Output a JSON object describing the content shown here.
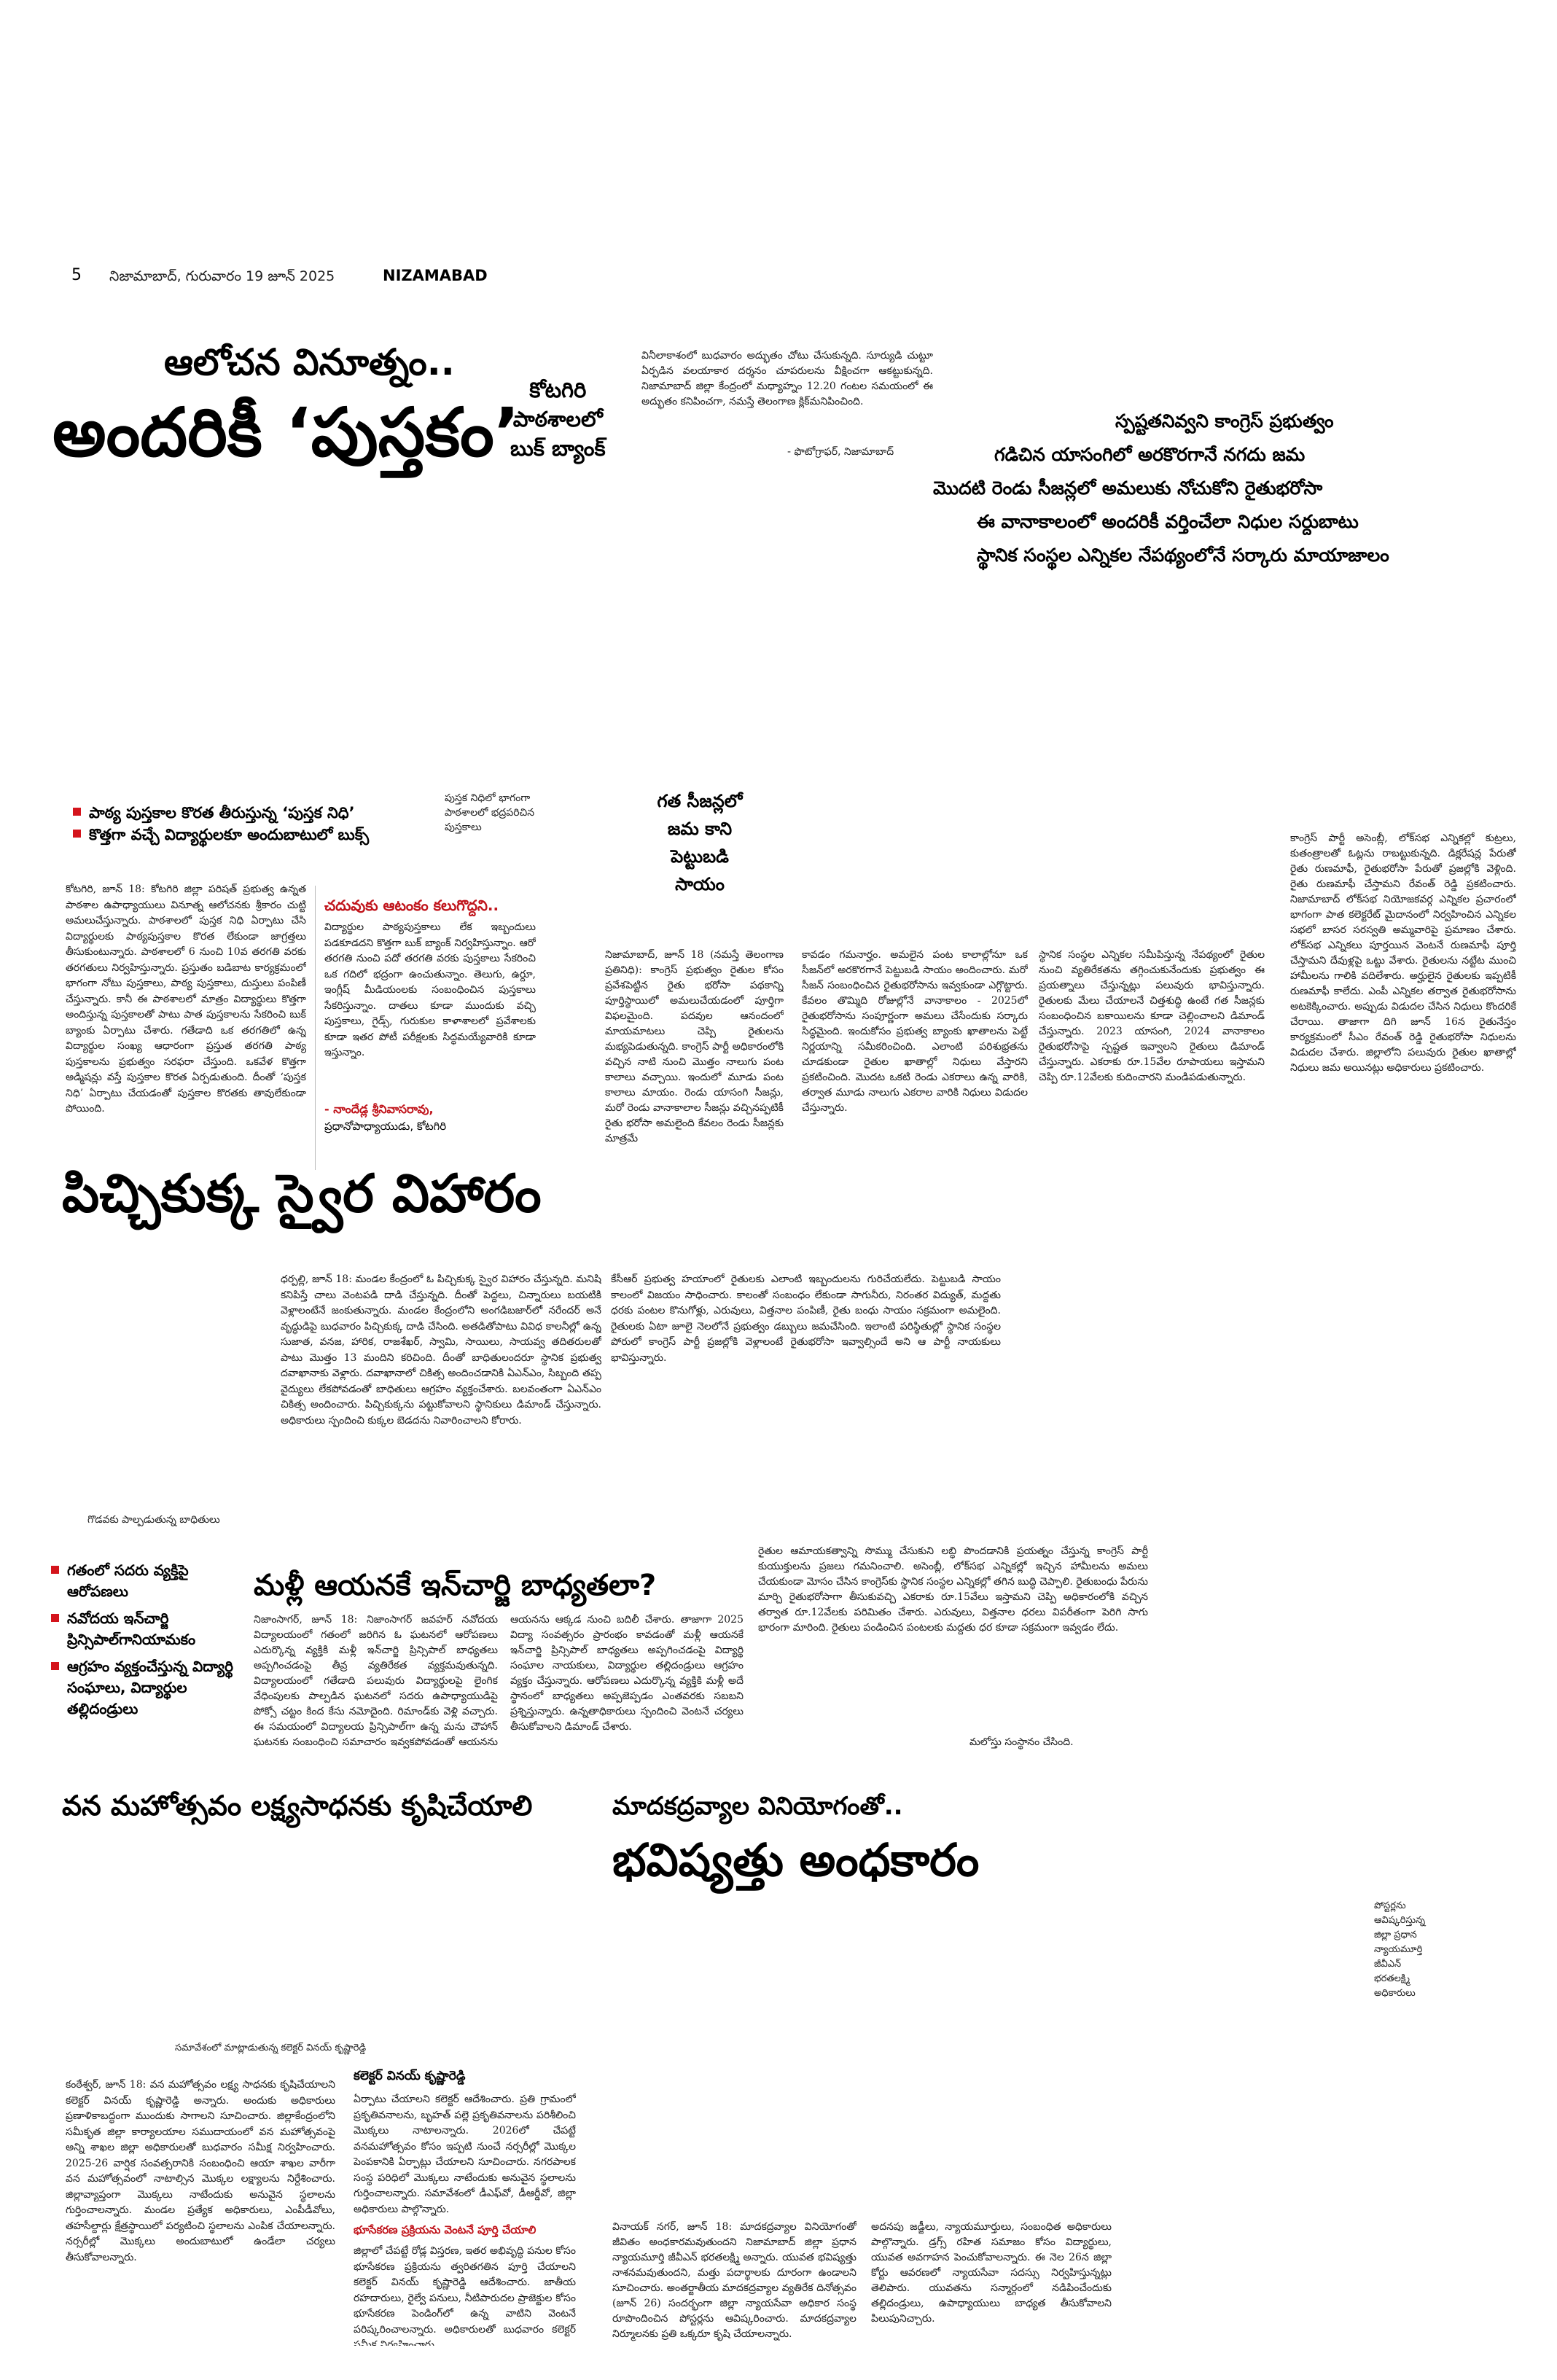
{
  "header": {
    "page_number": "5",
    "dateline": "నిజామాబాద్, గురువారం 19 జూన్ 2025",
    "edition": "NIZAMABAD"
  },
  "story1": {
    "kicker": "ఆలోచన వినూత్నం..",
    "headline": "అందరికీ ‘పుస్తకం’",
    "side_head": "కోటగిరి\nపాఠశాలలో\nబుక్ బ్యాంక్",
    "bullets": [
      "పాఠ్య పుస్తకాల కొరత తీరుస్తున్న ‘పుస్తక నిధి’",
      "కొత్తగా వచ్చే విద్యార్థులకూ అందుబాటులో బుక్స్"
    ],
    "photo_caption": "పుస్తక నిధిలో భాగంగా\nపాఠశాలలో భద్రపరిచిన\nపుస్తకాలు",
    "body": "కోటగిరి, జూన్ 18: కోటగిరి జిల్లా పరిషత్ ప్రభుత్వ ఉన్నత పాఠశాల ఉపాధ్యాయులు వినూత్న ఆలోచనకు శ్రీకారం చుట్టి అమలుచేస్తున్నారు. పాఠశాలలో పుస్తక నిధి ఏర్పాటు చేసి విద్యార్థులకు పాఠ్యపుస్తకాల కొరత లేకుండా జాగ్రత్తలు తీసుకుంటున్నారు. పాఠశాలలో 6 నుంచి 10వ తరగతి వరకు తరగతులు నిర్వహిస్తున్నారు. ప్రస్తుతం బడిబాట కార్యక్రమంలో భాగంగా నోటు పుస్తకాలు, పాఠ్య పుస్తకాలు, దుస్తులు పంపిణీ చేస్తున్నారు. కానీ ఈ పాఠశాలలో మాత్రం విద్యార్థులు కొత్తగా అందిస్తున్న పుస్తకాలతో పాటు పాత పుస్తకాలను సేకరించి బుక్ బ్యాంకు ఏర్పాటు చేశారు. గతేడాది ఒక తరగతిలో ఉన్న విద్యార్థుల సంఖ్య ఆధారంగా ప్రస్తుత తరగతి పాఠ్య పుస్తకాలను ప్రభుత్వం సరఫరా చేస్తుంది. ఒకవేళ కొత్తగా అడ్మిషన్లు వస్తే పుస్తకాల కొరత ఏర్పడుతుంది. దీంతో ‘పుస్తక నిధి’ ఏర్పాటు చేయడంతో పుస్తకాల కొరతకు తావులేకుండా పోయింది.",
    "sub_head": "చదువుకు ఆటంకం కలుగొద్దని..",
    "body2": "విద్యార్థుల పాఠ్యపుస్తకాలు లేక ఇబ్బందులు పడకూడదని కొత్తగా బుక్ బ్యాంక్ నిర్వహిస్తున్నాం. ఆరో తరగతి నుంచి పదో తరగతి వరకు పుస్తకాలు సేకరించి ఒక గదిలో భద్రంగా ఉంచుతున్నాం. తెలుగు, ఉర్దూ, ఇంగ్లీష్ మీడియంలకు సంబంధించిన పుస్తకాలు సేకరిస్తున్నాం. దాతలు కూడా ముందుకు వచ్చి పుస్తకాలు, గైడ్స్, గురుకుల కాళాశాలలో ప్రవేశాలకు కూడా ఇతర పోటీ పరీక్షలకు సిద్ధమయ్యేవారికి కూడా ఇస్తున్నాం.",
    "quote_name": "- నాందేడ్ల శ్రీనివాసరావు,",
    "quote_title": "ప్రధానోపాధ్యాయుడు, కోటగిరి"
  },
  "story2": {
    "body": "వినీలాకాశంలో బుధవారం అద్భుతం చోటు చేసుకున్నది. సూర్యుడి చుట్టూ ఏర్పడిన వలయాకార దర్శనం చూపరులను వీక్షించగా ఆకట్టుకున్నది. నిజామాబాద్ జిల్లా కేంద్రంలో మధ్యాహ్నం 12.20 గంటల సమయంలో ఈ అద్భుతం కనిపించగా, నమస్తే తెలంగాణ క్లిక్‌మనిపించింది.",
    "credit": "- ఫొటోగ్రాఫర్, నిజామాబాద్"
  },
  "story3": {
    "deck": [
      "స్పష్టతనివ్వని కాంగ్రెస్ ప్రభుత్వం",
      "గడిచిన యాసంగిలో అరకొరగానే నగదు జమ",
      "మొదటి రెండు సీజన్లలో అమలుకు నోచుకోని రైతుభరోసా",
      "ఈ వానాకాలంలో అందరికీ వర్తించేలా నిధుల సర్దుబాటు",
      "స్థానిక సంస్థల ఎన్నికల నేపథ్యంలోనే సర్కారు మాయాజాలం"
    ],
    "side_head": "గత సీజన్లలో\nజమ కాని\nపెట్టుబడి\nసాయం",
    "col1": "నిజామాబాద్, జూన్ 18 (నమస్తే తెలంగాణ ప్రతినిధి): కాంగ్రెస్ ప్రభుత్వం రైతుల కోసం ప్రవేశపెట్టిన రైతు భరోసా పథకాన్ని పూర్తిస్థాయిలో అమలుచేయడంలో పూర్తిగా విఫలమైంది. పదవుల ఆనందంలో మాయమాటలు చెప్పి రైతులను మభ్యపెడుతున్నది. కాంగ్రెస్ పార్టీ అధికారంలోకి వచ్చిన నాటి నుంచి మొత్తం నాలుగు పంట కాలాలు వచ్చాయి. ఇందులో మూడు పంట కాలాలు మాయం. రెండు యాసంగి సీజన్లు, మరో రెండు వానాకాలాల సీజన్లు వచ్చినప్పటికీ రైతు భరోసా అమలైంది కేవలం రెండు సీజన్లకు మాత్రమే",
    "col2": "కావడం గమనార్హం. అమలైన పంట కాలాల్లోనూ ఒక సీజన్‌లో అరకొరగానే పెట్టుబడి సాయం అందించారు. మరో సీజన్ సంబంధించిన రైతుభరోసాను ఇవ్వకుండా ఎగ్గొట్టారు. కేవలం తొమ్మిది రోజుల్లోనే వానాకాలం - 2025లో రైతుభరోసాను సంపూర్ణంగా అమలు చేసేందుకు సర్కారు సిద్ధమైంది. ఇందుకోసం ప్రభుత్వ బ్యాంకు ఖాతాలను పెట్టే నిర్ణయాన్ని సమీకరించింది. ఎలాంటి పరిశుభ్రతను చూడకుండా రైతుల ఖాతాల్లో నిధులు వేస్తారని ప్రకటించింది. మొదట ఒకటి రెండు ఎకరాలు ఉన్న వారికి, తర్వాత మూడు నాలుగు ఎకరాల వారికి నిధులు విడుదల చేస్తున్నారు.",
    "col3": "స్థానిక సంస్థల ఎన్నికల సమీపిస్తున్న నేపథ్యంలో రైతుల నుంచి వ్యతిరేకతను తగ్గించుకునేందుకు ప్రభుత్వం ఈ ప్రయత్నాలు చేస్తున్నట్లు పలువురు భావిస్తున్నారు. రైతులకు మేలు చేయాలనే చిత్తశుద్ధి ఉంటే గత సీజన్లకు సంబంధించిన బకాయిలను కూడా చెల్లించాలని డిమాండ్ చేస్తున్నారు. 2023 యాసంగి, 2024 వానాకాలం రైతుభరోసాపై స్పష్టత ఇవ్వాలని రైతులు డిమాండ్ చేస్తున్నారు. ఎకరాకు రూ.15వేల రూపాయలు ఇస్తామని చెప్పి రూ.12వేలకు కుదించారని మండిపడుతున్నారు.",
    "col4": "కాంగ్రెస్ పార్టీ అసెంబ్లీ, లోక్‌సభ ఎన్నికల్లో కుట్రలు, కుతంత్రాలతో ఓట్లను రాబట్టుకున్నది. డిక్లరేషన్ల పేరుతో రైతు రుణమాఫీ, రైతుభరోసా పేరుతో ప్రజల్లోకి వెళ్లింది. రైతు రుణమాఫీ చేస్తామని రేవంత్ రెడ్డి ప్రకటించారు. నిజామాబాద్ లోక్‌సభ నియోజకవర్గ ఎన్నికల ప్రచారంలో భాగంగా పాత కలెక్టరేట్ మైదానంలో నిర్వహించిన ఎన్నికల సభలో బాసర సరస్వతి అమ్మవారిపై ప్రమాణం చేశారు. లోక్‌సభ ఎన్నికలు పూర్తయిన వెంటనే రుణమాఫీ పూర్తి చేస్తామని దేవుళ్లపై ఒట్టు వేశారు. రైతులను నట్టేట ముంచి హామీలను గాలికి వదిలేశారు. అర్హులైన రైతులకు ఇప్పటికీ రుణమాఫీ కాలేదు. ఎంపీ ఎన్నికల తర్వాత రైతుభరోసాను అటకెక్కించారు. అప్పుడు విడుదల చేసిన నిధులు కొందరికే చేరాయి. తాజాగా దిగి జూన్ 16న రైతునేస్తం కార్యక్రమంలో సీఎం రేవంత్ రెడ్డి రైతుభరోసా నిధులను విడుదల చేశారు. జిల్లాలోని పలువురు రైతుల ఖాతాల్లో నిధులు జమ అయినట్లు అధికారులు ప్రకటించారు."
  },
  "story4": {
    "headline": "పిచ్చికుక్క స్వైర విహారం",
    "body": "ధర్పల్లి, జూన్ 18: మండల కేంద్రంలో ఓ పిచ్చికుక్క స్వైర విహారం చేస్తున్నది. మనిషి కనిపిస్తే చాలు వెంటపడి దాడి చేస్తున్నది. దీంతో పెద్దలు, చిన్నారులు బయటికి వెళ్లాలంటేనే జంకుతున్నారు. మండల కేంద్రంలోని అంగడిబజార్‌లో నరేందర్ అనే వృద్ధుడిపై బుధవారం పిచ్చికుక్క దాడి చేసింది. అతడితోపాటు వివిధ కాలనీల్లో ఉన్న సుజాత, వనజ, హారిక, రాజశేఖర్, స్వామి, సాయిలు, సాయవ్వ తదితరులతో పాటు మొత్తం 13 మందిని కరిచింది. దీంతో బాధితులందరూ స్థానిక ప్రభుత్వ దవాఖానాకు వెళ్లారు. దవాఖానాలో చికిత్స అందించడానికి ఏఎన్ఎం, సిబ్బంది తప్ప వైద్యులు లేకపోవడంతో బాధితులు ఆగ్రహం వ్యక్తంచేశారు. బలవంతంగా ఏఎన్ఎం చికిత్స అందించారు. పిచ్చికుక్కను పట్టుకోవాలని స్థానికులు డిమాండ్ చేస్తున్నారు. అధికారులు స్పందించి కుక్కల బెడదను నివారించాలని కోరారు.",
    "body2": "కేసీఆర్ ప్రభుత్వ హయాంలో రైతులకు ఎలాంటి ఇబ్బందులను గురిచేయలేదు. పెట్టుబడి సాయం కాలంలో విజయం సాధించారు. కాలంతో సంబంధం లేకుండా సాగునీరు, నిరంతర విద్యుత్, మద్దతు ధరకు పంటల కొనుగోళ్లు, ఎరువులు, విత్తనాల పంపిణీ, రైతు బంధు సాయం సక్రమంగా అమలైంది. రైతులకు ఏటా జూలై నెలలోనే ప్రభుత్వం డబ్బులు జమచేసింది. ఇలాంటి పరిస్థితుల్లో స్థానిక సంస్థల పోరులో కాంగ్రెస్ పార్టీ ప్రజల్లోకి వెళ్లాలంటే రైతుభరోసా ఇవ్వాల్సిందే అని ఆ పార్టీ నాయకులు భావిస్తున్నారు."
  },
  "story5": {
    "photo_caption": "గొడవకు పాల్పడుతున్న బాధితులు",
    "bullets": [
      "గతంలో సదరు వ్యక్తిపై ఆరోపణలు",
      "నవోదయ ఇన్‌చార్జి ప్రిన్సిపాల్‌గానియామకం",
      "ఆగ్రహం వ్యక్తంచేస్తున్న విద్యార్థి సంఘాలు, విద్యార్థుల తల్లిదండ్రులు"
    ],
    "headline": "మళ్లీ ఆయనకే ఇన్‌చార్జి బాధ్యతలా?",
    "col1": "నిజాంసాగర్, జూన్ 18: నిజాంసాగర్ జవహర్ నవోదయ విద్యాలయంలో గతంలో జరిగిన ఓ ఘటనలో ఆరోపణలు ఎదుర్కొన్న వ్యక్తికి మళ్లీ ఇన్‌చార్జి ప్రిన్సిపాల్ బాధ్యతలు అప్పగించడంపై తీవ్ర వ్యతిరేకత వ్యక్తమవుతున్నది. విద్యాలయంలో గతేడాది పలువురు విద్యార్థులపై లైంగిక వేధింపులకు పాల్పడిన ఘటనలో సదరు ఉపాధ్యాయుడిపై పోక్సో చట్టం కింద కేసు నమోదైంది. రిమాండ్‌కు వెళ్లి వచ్చారు. ఈ సమయంలో విద్యాలయ ప్రిన్సిపాల్‌గా ఉన్న మను చౌహాన్ ఘటనకు సంబంధించి సమాచారం ఇవ్వకపోవడంతో ఆయనను సస్పెండ్ చేశారు.",
    "col2": "ఆయనను ఆక్కడ నుంచి బదిలీ చేశారు. తాజాగా 2025 విద్యా సంవత్సరం ప్రారంభం కావడంతో మళ్లీ ఆయనకే ఇన్‌చార్జి ప్రిన్సిపాల్ బాధ్యతలు అప్పగించడంపై విద్యార్థి సంఘాల నాయకులు, విద్యార్థుల తల్లిదండ్రులు ఆగ్రహం వ్యక్తం చేస్తున్నారు. ఆరోపణలు ఎదుర్కొన్న వ్యక్తికి మళ్లీ అదే స్థానంలో బాధ్యతలు అప్పజెప్పడం ఎంతవరకు సబబని ప్రశ్నిస్తున్నారు. ఉన్నతాధికారులు స్పందించి వెంటనే చర్యలు తీసుకోవాలని డిమాండ్ చేశారు.",
    "col3": "రైతుల ఆమాయకత్వాన్ని సొమ్ము చేసుకుని లబ్ధి పొందడానికి ప్రయత్నం చేస్తున్న కాంగ్రెస్ పార్టీ కుయుక్తులను ప్రజలు గమనించాలి. అసెంబ్లీ, లోక్‌సభ ఎన్నికల్లో ఇచ్చిన హామీలను అమలు చేయకుండా మోసం చేసిన కాంగ్రెస్‌కు స్థానిక సంస్థల ఎన్నికల్లో తగిన బుద్ధి చెప్పాలి. రైతుబంధు పేరును మార్చి రైతుభరోసాగా తీసుకువచ్చి ఎకరాకు రూ.15వేలు ఇస్తామని చెప్పి అధికారంలోకి వచ్చిన తర్వాత రూ.12వేలకు పరిమితం చేశారు. ఎరువులు, విత్తనాల ధరలు విపరీతంగా పెరిగి సాగు భారంగా మారింది. రైతులు పండించిన పంటలకు మద్దతు ధర కూడా సక్రమంగా ఇవ్వడం లేదు.",
    "col3_close": "మలోస్తు సంస్థానం చేసింది."
  },
  "story6": {
    "headline": "వన మహోత్సవం లక్ష్యసాధనకు కృషిచేయాలి",
    "photo_caption": "సమావేశంలో మాట్లాడుతున్న కలెక్టర్ వినయ్ కృష్ణారెడ్డి",
    "byline": "కలెక్టర్ వినయ్ కృష్ణారెడ్డి",
    "col1": "కంఠేశ్వర్, జూన్ 18: వన మహోత్సవం లక్ష్య సాధనకు కృషిచేయాలని కలెక్టర్ వినయ్ కృష్ణారెడ్డి అన్నారు. అందుకు అధికారులు ప్రణాళికాబద్ధంగా ముందుకు సాగాలని సూచించారు. జిల్లాకేంద్రంలోని సమీకృత జిల్లా కార్యాలయాల సముదాయంలో వన మహోత్సవంపై అన్ని శాఖల జిల్లా అధికారులతో బుధవారం సమీక్ష నిర్వహించారు. 2025-26 వార్షిక సంవత్సరానికి సంబంధించి ఆయా శాఖల వారీగా వన మహోత్సవంలో నాటాల్సిన మొక్కల లక్ష్యాలను నిర్దేశించారు. జిల్లావ్యాప్తంగా మొక్కలు నాటేందుకు అనువైన స్థలాలను గుర్తించాలన్నారు. మండల ప్రత్యేక అధికారులు, ఎంపీడీవోలు, తహసీల్దార్లు క్షేత్రస్థాయిలో పర్యటించి స్థలాలను ఎంపిక చేయాలన్నారు. నర్సరీల్లో మొక్కలు అందుబాటులో ఉండేలా చర్యలు తీసుకోవాలన్నారు.",
    "col2": "ఏర్పాటు చేయాలని కలెక్టర్ ఆదేశించారు. ప్రతి గ్రామంలో ప్రకృతివనాలను, బృహత్ పల్లె ప్రకృతివనాలను పరిశీలించి మొక్కలు నాటాలన్నారు. 2026లో చేపట్టే వనమహోత్సవం కోసం ఇప్పటి నుంచే నర్సరీల్లో మొక్కల పెంపకానికి ఏర్పాట్లు చేయాలని సూచించారు. నగరపాలక సంస్థ పరిధిలో మొక్కలు నాటేందుకు అనువైన స్థలాలను గుర్తించాలన్నారు. సమావేశంలో డీఎఫ్‌వో, డీఆర్డీవో, జిల్లా అధికారులు పాల్గొన్నారు.",
    "sub_head": "భూసేకరణ ప్రక్రియను వెంటనే పూర్తి చేయాలి",
    "col2b": "జిల్లాలో చేపట్టే రోడ్ల విస్తరణ, ఇతర అభివృద్ధి పనుల కోసం భూసేకరణ ప్రక్రియను త్వరితగతిన పూర్తి చేయాలని కలెక్టర్ వినయ్ కృష్ణారెడ్డి ఆదేశించారు. జాతీయ రహదారులు, రైల్వే పనులు, నీటిపారుదల ప్రాజెక్టుల కోసం భూసేకరణ పెండింగ్‌లో ఉన్న వాటిని వెంటనే పరిష్కరించాలన్నారు. అధికారులతో బుధవారం కలెక్టర్ సమీక్ష నిర్వహించారు."
  },
  "story7": {
    "kicker": "మాదకద్రవ్యాల వినియోగంతో..",
    "headline": "భవిష్యత్తు అంధకారం",
    "photo_caption": "పోస్టర్లను\nఆవిష్కరిస్తున్న\nజిల్లా ప్రధాన\nన్యాయమూర్తి\nజీవీఎన్\nభరతలక్ష్మి\nఅధికారులు",
    "col1": "వినాయక్ నగర్, జూన్ 18: మాదకద్రవ్యాల వినియోగంతో జీవితం అంధకారమవుతుందని నిజామాబాద్ జిల్లా ప్రధాన న్యాయమూర్తి జీవీఎన్ భరతలక్ష్మి అన్నారు. యువత భవిష్యత్తు నాశనమవుతుందని, మత్తు పదార్థాలకు దూరంగా ఉండాలని సూచించారు. అంతర్జాతీయ మాదకద్రవ్యాల వ్యతిరేక దినోత్సవం (జూన్ 26) సందర్భంగా జిల్లా న్యాయసేవా అధికార సంస్థ రూపొందించిన పోస్టర్లను ఆవిష్కరించారు. మాదకద్రవ్యాల నిర్మూలనకు ప్రతి ఒక్కరూ కృషి చేయాలన్నారు.",
    "col2": "అదనపు జడ్జీలు, న్యాయమూర్తులు, సంబంధిత అధికారులు పాల్గొన్నారు. డ్రగ్స్ రహిత సమాజం కోసం విద్యార్థులు, యువత అవగాహన పెంచుకోవాలన్నారు. ఈ నెల 26న జిల్లా కోర్టు ఆవరణలో న్యాయసేవా సదస్సు నిర్వహిస్తున్నట్లు తెలిపారు. యువతను సన్మార్గంలో నడిపించేందుకు తల్లిదండ్రులు, ఉపాధ్యాయులు బాధ్యత తీసుకోవాలని పిలుపునిచ్చారు."
  }
}
